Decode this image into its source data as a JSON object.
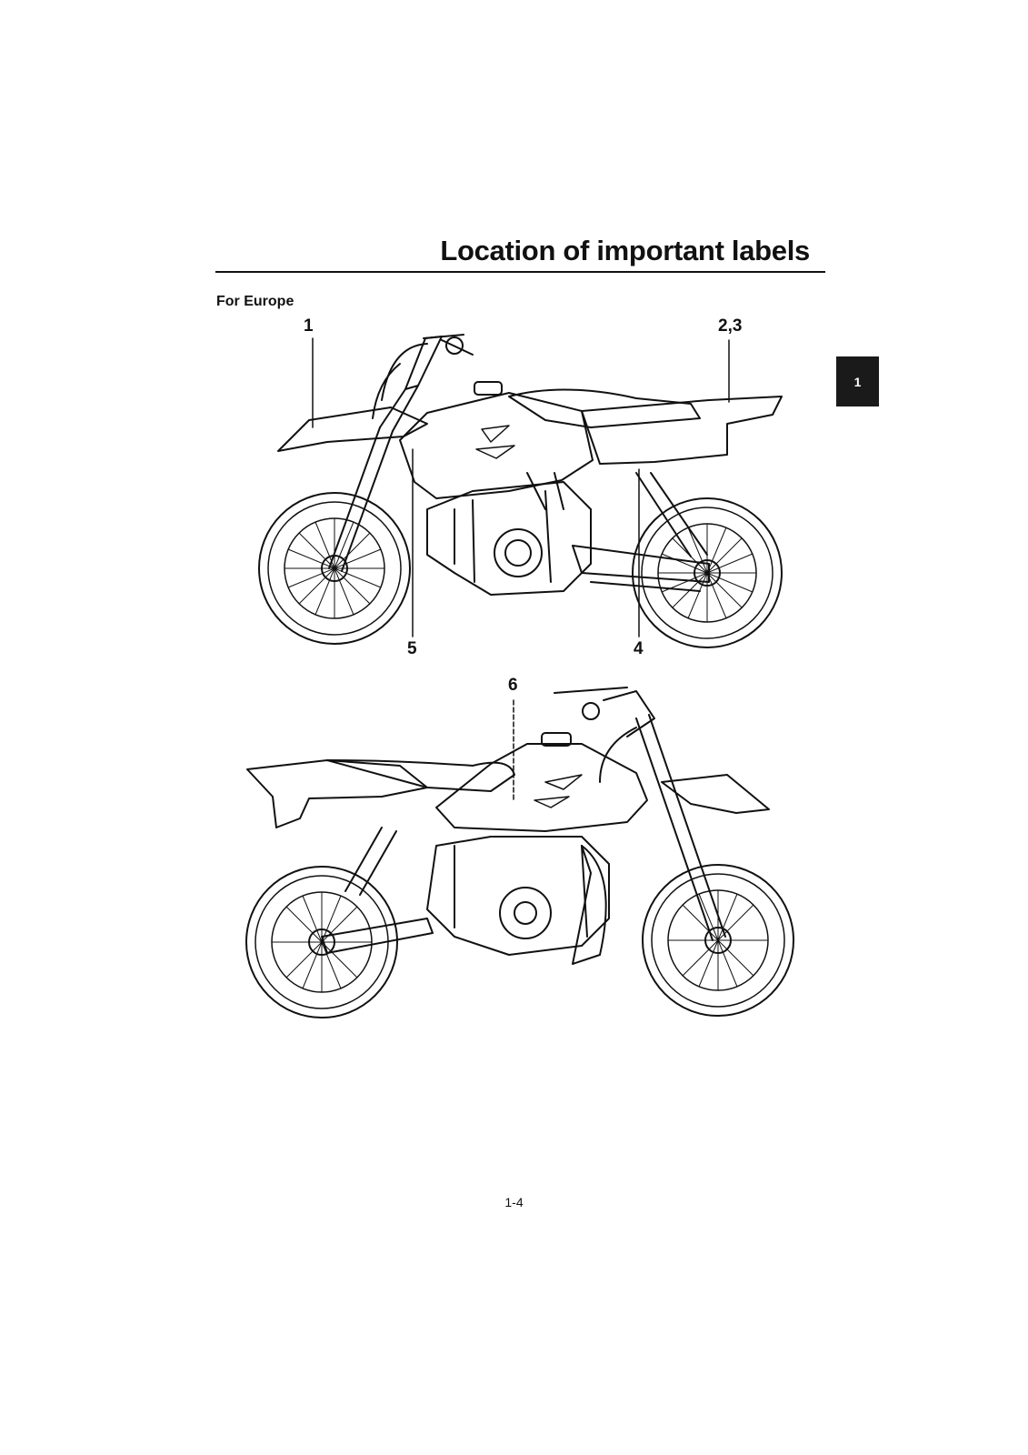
{
  "page": {
    "title": "Location of important labels",
    "subheading": "For Europe",
    "chapter_tab": "1",
    "page_number": "1-4"
  },
  "figure_right_side": {
    "callouts": [
      "1",
      "2,3",
      "5",
      "4"
    ]
  },
  "figure_left_side": {
    "callouts": [
      "6"
    ]
  }
}
